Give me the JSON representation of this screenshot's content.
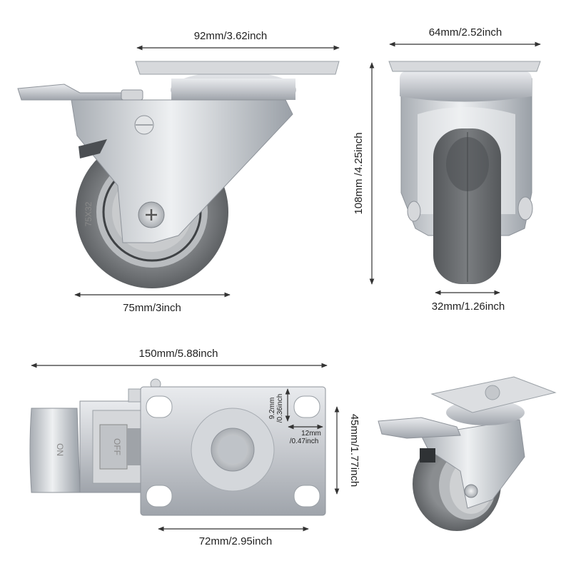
{
  "dimensions": {
    "plate_length": "92mm/3.62inch",
    "plate_width": "64mm/2.52inch",
    "total_height": "108mm /4.25inch",
    "wheel_diameter": "75mm/3inch",
    "wheel_width": "32mm/1.26inch",
    "overall_length": "150mm/5.88inch",
    "plate_height": "45mm/1.77inch",
    "bolt_spacing": "72mm/2.95inch",
    "hole_length_mm": "9.2mm",
    "hole_length_in": "/0.36inch",
    "hole_width_mm": "12mm",
    "hole_width_in": "/0.47inch"
  },
  "markings": {
    "wheel_size": "75X32",
    "lever_on": "ON",
    "lever_off": "OFF"
  },
  "colors": {
    "metal": "#c9ccd1",
    "metal_dark": "#9ea3aa",
    "tire": "#6f7275",
    "tire_light": "#b8bbbe",
    "arrow": "#333333"
  }
}
